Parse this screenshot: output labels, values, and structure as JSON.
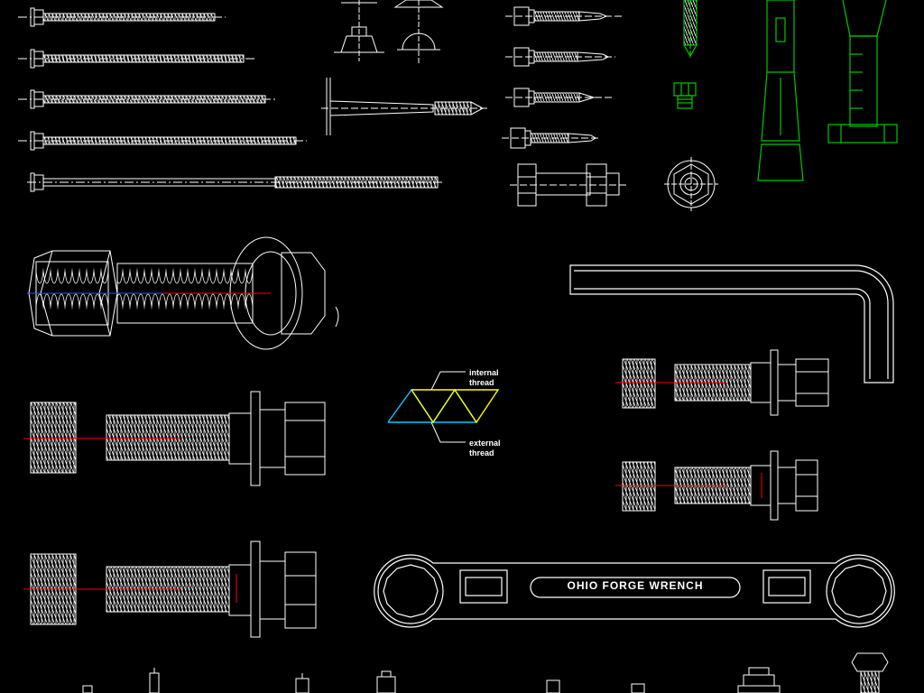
{
  "labels": {
    "internal_thread": "internal\nthread",
    "external_thread": "external\nthread",
    "wrench_text": "OHIO FORGE WRENCH"
  },
  "colors": {
    "background": "#000000",
    "line": "#ffffff",
    "green": "#00c800",
    "red": "#ff0000",
    "cyan": "#00c8ff",
    "yellow": "#ffff00",
    "blue": "#3050ff"
  }
}
